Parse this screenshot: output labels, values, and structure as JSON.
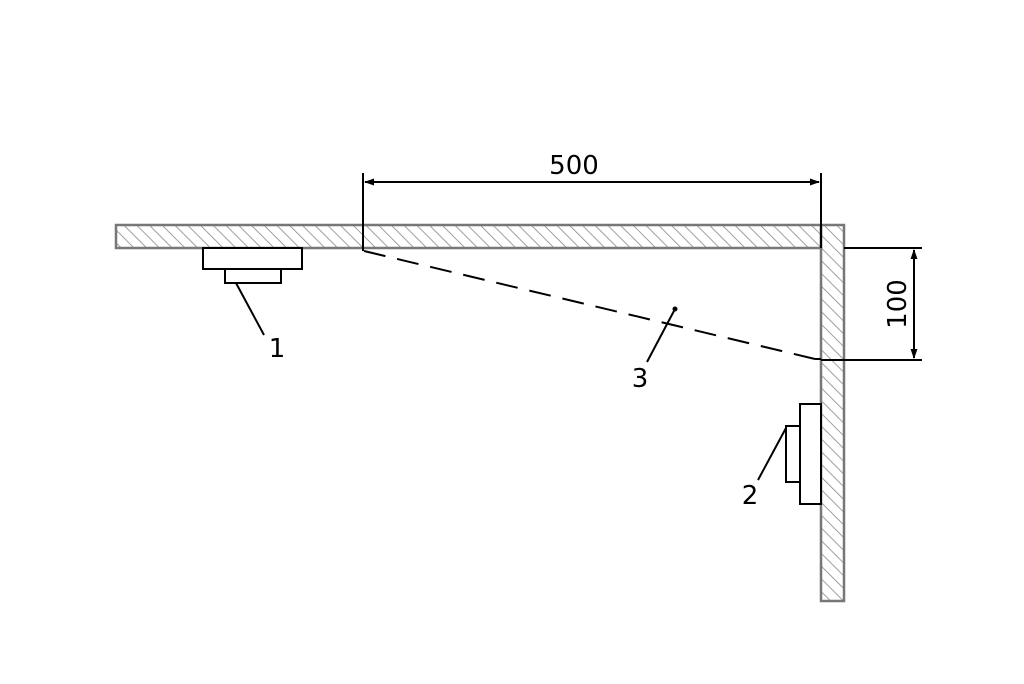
{
  "dimensions": {
    "horizontal": "500",
    "vertical": "100"
  },
  "callouts": {
    "item_1": "1",
    "item_2": "2",
    "item_3": "3"
  },
  "colors": {
    "wall_outline": "#777777",
    "hatch": "#888888",
    "line": "#000000",
    "background": "#ffffff"
  }
}
